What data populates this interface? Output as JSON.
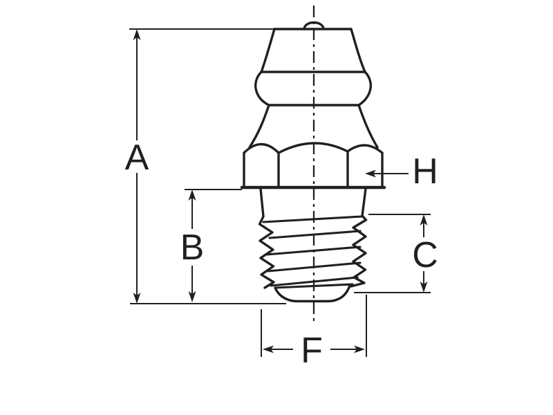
{
  "page": {
    "background": "#ffffff"
  },
  "diagram": {
    "kind": "technical-dimension-drawing",
    "line_color": "#231f20",
    "labels": {
      "a": "A",
      "b": "B",
      "c": "C",
      "f": "F",
      "h": "H"
    }
  }
}
